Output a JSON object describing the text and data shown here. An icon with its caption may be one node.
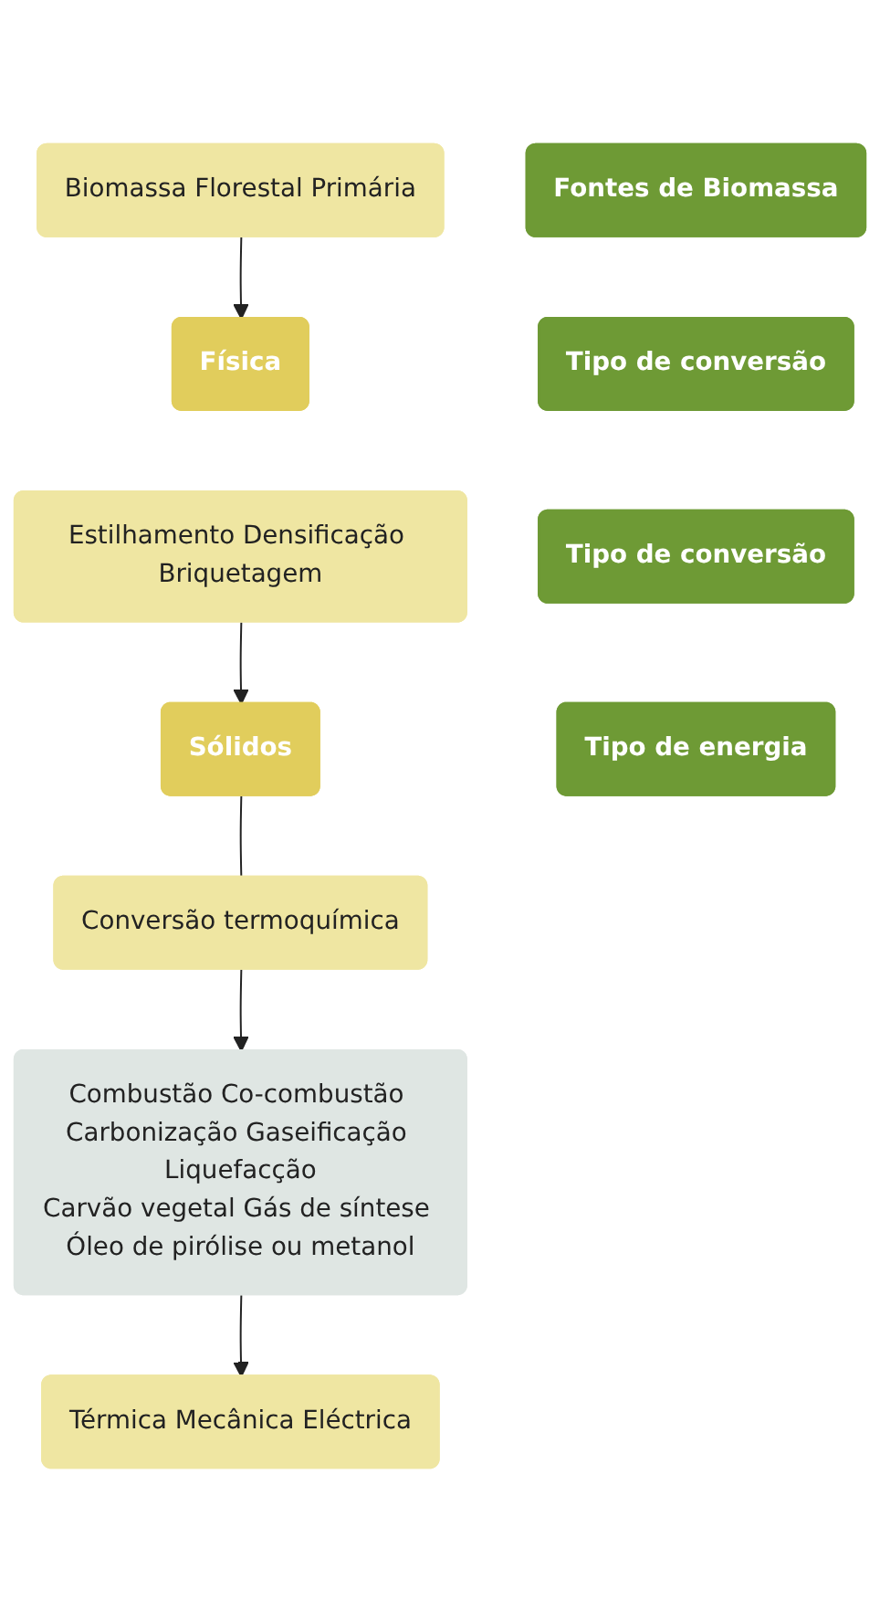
{
  "diagram": {
    "nodes": [
      {
        "text": [
          "Fontes de Biomassa"
        ]
      },
      {
        "text": [
          "Biomassa Florestal Primária"
        ]
      },
      {
        "text": [
          "Tipo de conversão"
        ]
      },
      {
        "text": [
          "Física"
        ]
      },
      {
        "text": [
          "Estilhamento Densificação Briquetagem"
        ]
      },
      {
        "text": [
          "Tipo de conversão"
        ]
      },
      {
        "text": [
          "Sólidos"
        ]
      },
      {
        "text": [
          "Conversão termoquímica"
        ]
      },
      {
        "text": [
          "Combustão Co-combustão Carbonização Gaseificação Liquefacção",
          "Carvão vegetal Gás de síntese Óleo de pirólise ou metanol"
        ]
      },
      {
        "text": [
          "Tipo de energia"
        ]
      },
      {
        "text": [
          "Térmica Mecânica Eléctrica"
        ]
      }
    ],
    "edges": [
      {
        "from": 1,
        "to": 3,
        "arrow": "to"
      },
      {
        "from": 4,
        "to": 6,
        "arrow": "to"
      },
      {
        "from": 6,
        "to": 7,
        "arrow": "none"
      },
      {
        "from": 7,
        "to": 8,
        "arrow": "to"
      },
      {
        "from": 8,
        "to": 10,
        "arrow": "to"
      }
    ]
  }
}
